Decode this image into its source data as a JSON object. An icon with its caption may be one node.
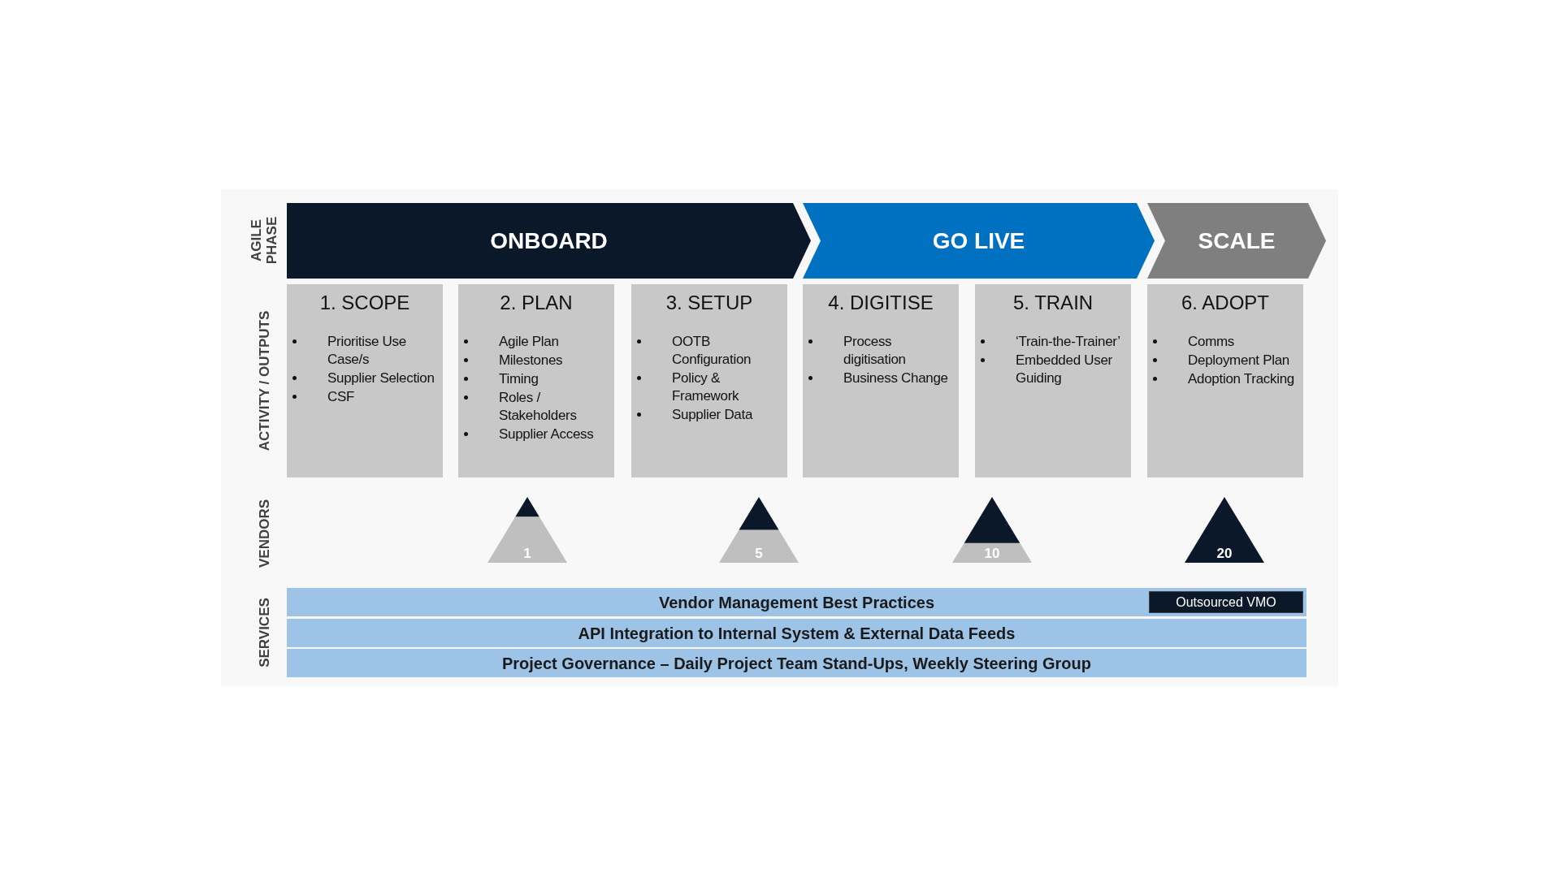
{
  "diagram": {
    "nodes": [
      {
        "text": [
          "ONBOARD"
        ]
      },
      {
        "text": [
          "GO LIVE"
        ]
      },
      {
        "text": [
          "SCALE"
        ]
      },
      {
        "text": [
          "1. SCOPE",
          "Prioritise Use Case/s",
          "Supplier Selection",
          "CSF"
        ]
      },
      {
        "text": [
          "2. PLAN",
          "Agile Plan",
          "Milestones",
          "Timing",
          "Roles / Stakeholders",
          "Supplier Access"
        ]
      },
      {
        "text": [
          "3. SETUP",
          "OOTB Configuration",
          "Policy & Framework",
          "Supplier Data"
        ]
      },
      {
        "text": [
          "4. DIGITISE",
          "Process digitisation",
          "Business Change"
        ]
      },
      {
        "text": [
          "5. TRAIN",
          "‘Train-the-Trainer’",
          "Embedded User Guiding"
        ]
      },
      {
        "text": [
          "6. ADOPT",
          "Comms",
          "Deployment Plan",
          "Adoption Tracking"
        ]
      },
      {
        "text": [
          "1"
        ]
      },
      {
        "text": [
          "5"
        ]
      },
      {
        "text": [
          "10"
        ]
      },
      {
        "text": [
          "20"
        ]
      },
      {
        "text": [
          "Vendor Management Best Practices"
        ]
      },
      {
        "text": [
          "Outsourced VMO"
        ],
        "in": 13
      },
      {
        "text": [
          "API Integration to Internal System & External Data Feeds"
        ]
      },
      {
        "text": [
          "Project Governance – Daily Project Team Stand-Ups, Weekly Steering Group"
        ]
      }
    ],
    "edges": [],
    "labels": [
      "AGILE PHASE",
      "ACTIVITY / OUTPUTS",
      "VENDORS",
      "SERVICES"
    ]
  }
}
